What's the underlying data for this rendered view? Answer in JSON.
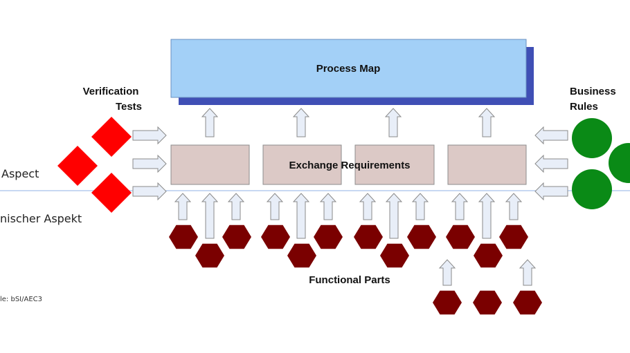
{
  "process_map": {
    "label": "Process Map"
  },
  "exchange_requirements": {
    "label": "Exchange Requirements"
  },
  "verification_tests": {
    "line1": "Verification",
    "line2": "Tests"
  },
  "business_rules": {
    "line1": "Business",
    "line2": "Rules"
  },
  "functional_parts": {
    "label": "Functional Parts"
  },
  "left_labels": {
    "top": "Aspect",
    "bottom": "nischer Aspekt",
    "source": "le: bSI/AEC3"
  },
  "colors": {
    "process_map_fill": "#a3d0f7",
    "process_map_shadow": "#3f4fb5",
    "exchange_box_fill": "#dcc9c6",
    "verification_diamond": "#ff0000",
    "business_circle": "#0a8a16",
    "functional_hexagon": "#7a0000",
    "arrow_fill": "#e8eef8",
    "divider_line": "#8fb0e6"
  }
}
